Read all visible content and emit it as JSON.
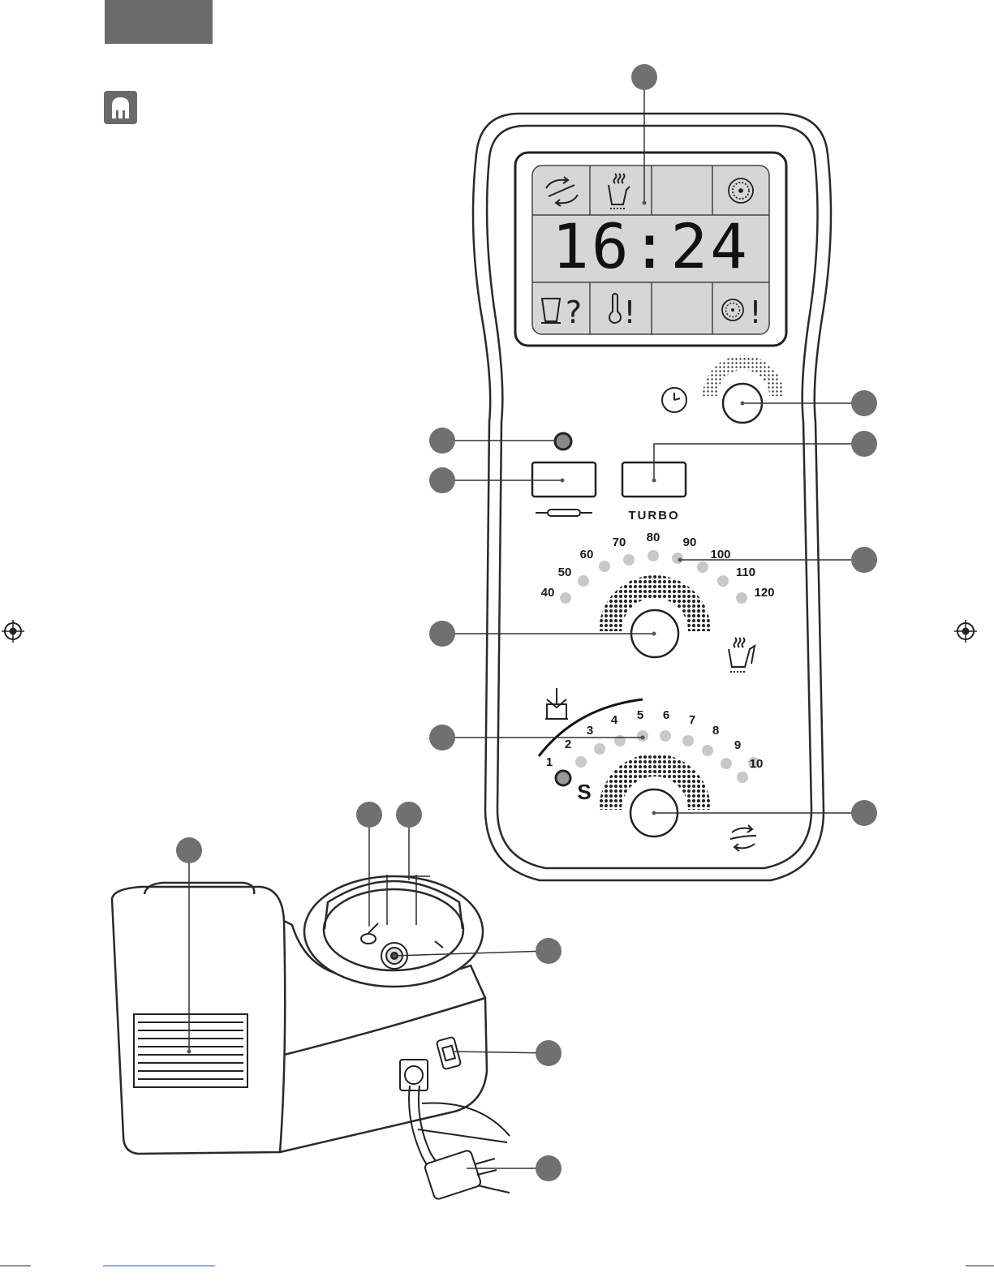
{
  "display": {
    "time": "16:24",
    "question_mark": "?",
    "exclaim": "!"
  },
  "panel": {
    "turbo_label": "TURBO",
    "speed_mode_label": "S",
    "temperature_scale": [
      "40",
      "50",
      "60",
      "70",
      "80",
      "90",
      "100",
      "110",
      "120"
    ],
    "speed_scale": [
      "1",
      "2",
      "3",
      "4",
      "5",
      "6",
      "7",
      "8",
      "9",
      "10"
    ]
  },
  "icons": {
    "header_tab": "header-tab",
    "plug": "plug-icon",
    "rotation": "rotation-icon",
    "heating_jug": "heating-jug-icon",
    "blade_disc": "blade-disc-icon",
    "jug_missing": "jug-question-icon",
    "thermometer": "thermometer-icon",
    "clock": "clock-icon",
    "rolling_pin": "rolling-pin-icon",
    "stirrer": "stirrer-icon",
    "registration_mark": "registration-mark-icon"
  },
  "colors": {
    "lcd_background": "#d6d6d6",
    "header_tab": "#6a6a6a",
    "callout_dot": "#707070",
    "led_off": "#c8c8c8",
    "outline": "#2a2a2a"
  }
}
